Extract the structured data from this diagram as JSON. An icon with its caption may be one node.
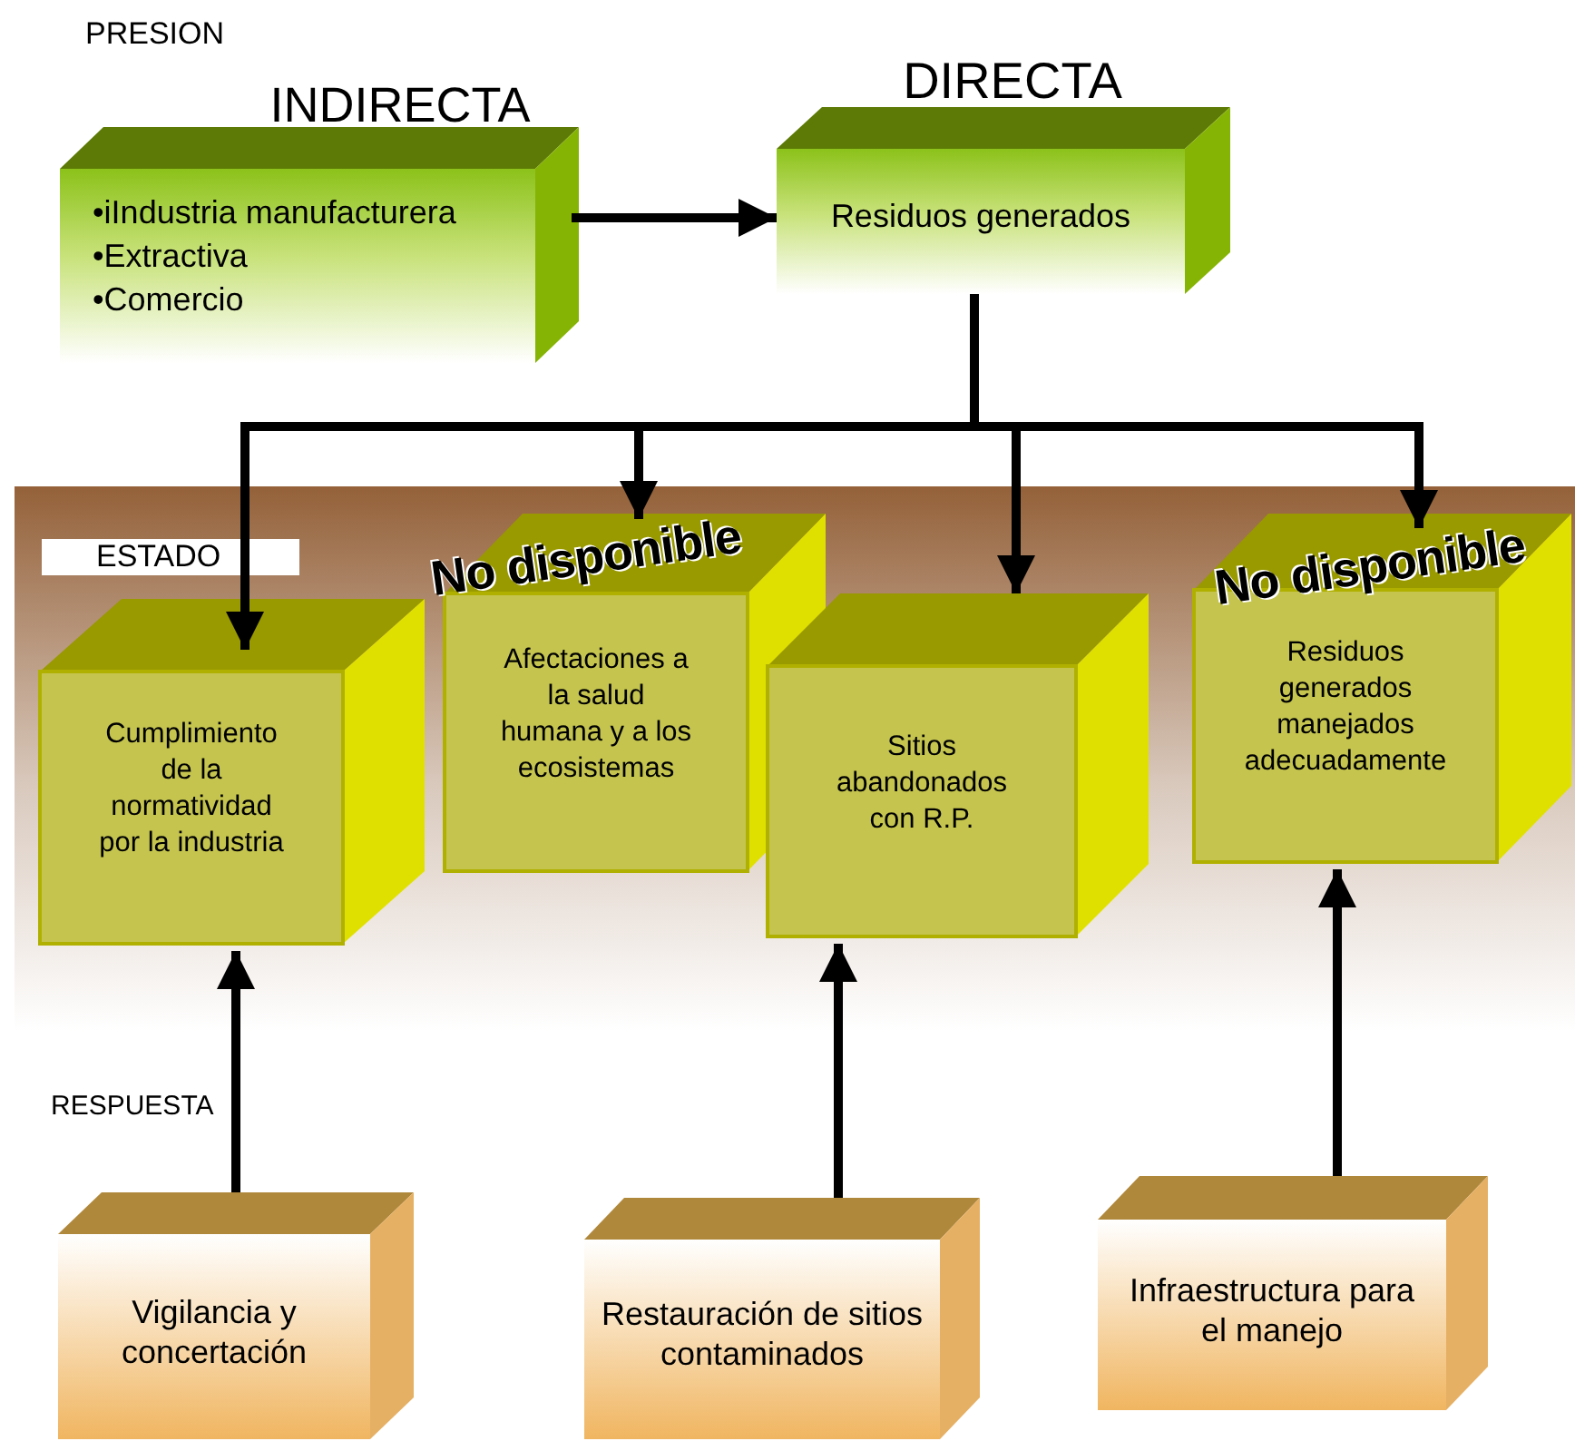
{
  "diagram": {
    "nodes": [
      {
        "text": [
          "INDIRECTA",
          "•iIndustria manufacturera",
          "•Extractiva",
          "•Comercio"
        ]
      },
      {
        "text": [
          "DIRECTA",
          "Residuos generados"
        ]
      },
      {
        "text": [
          "Cumplimiento de la normatividad por la industria"
        ]
      },
      {
        "text": [
          "Afectaciones a la salud humana y a los ecosistemas"
        ],
        "beside": [
          "No disponible"
        ]
      },
      {
        "text": [
          "Sitios abandonados con R.P."
        ]
      },
      {
        "text": [
          "Residuos generados manejados adecuadamente"
        ],
        "beside": [
          "No disponible"
        ]
      },
      {
        "text": [
          "Vigilancia y concertación"
        ]
      },
      {
        "text": [
          "Restauración de sitios contaminados"
        ]
      },
      {
        "text": [
          "Infraestructura para el manejo"
        ]
      }
    ],
    "edges": [
      {
        "from": 0,
        "to": 1,
        "arrow": "to"
      },
      {
        "from": 1,
        "to": 2,
        "arrow": "to"
      },
      {
        "from": 1,
        "to": 3,
        "arrow": "to"
      },
      {
        "from": 1,
        "to": 4,
        "arrow": "to"
      },
      {
        "from": 1,
        "to": 5,
        "arrow": "to"
      },
      {
        "from": 6,
        "to": 2,
        "arrow": "to"
      },
      {
        "from": 7,
        "to": 4,
        "arrow": "to"
      },
      {
        "from": 8,
        "to": 5,
        "arrow": "to"
      }
    ],
    "labels": [
      "PRESION",
      "ESTADO",
      "RESPUESTA"
    ]
  }
}
